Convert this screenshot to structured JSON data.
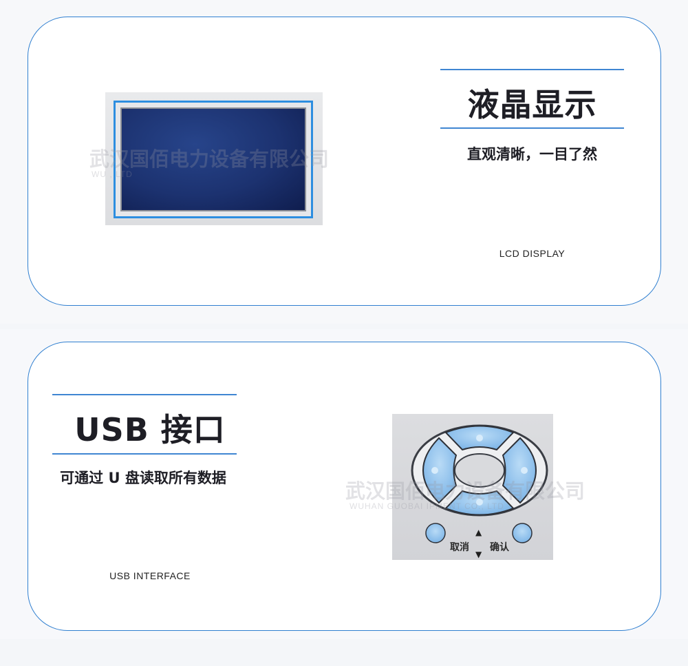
{
  "section_lcd": {
    "title": "液晶显示",
    "subtitle": "直观清晰，一目了然",
    "caption": "LCD DISPLAY"
  },
  "section_usb": {
    "title": "USB 接口",
    "subtitle": "可通过 U 盘读取所有数据",
    "caption": "USB INTERFACE"
  },
  "keypad": {
    "cancel_label": "取消",
    "confirm_label": "确认",
    "up_arrow": "▲",
    "down_arrow": "▼"
  },
  "watermark": {
    "text": "武汉国佰电力设备有限公司",
    "lcd_sub": "WU                                            , LTD",
    "keypad_sub": "WUHAN GUOBAI           IPMENT CO., LTD"
  },
  "colors": {
    "accent": "#2f7fd0",
    "lcd_screen": "#1c3270",
    "key_blue": "#8ec2ee"
  }
}
